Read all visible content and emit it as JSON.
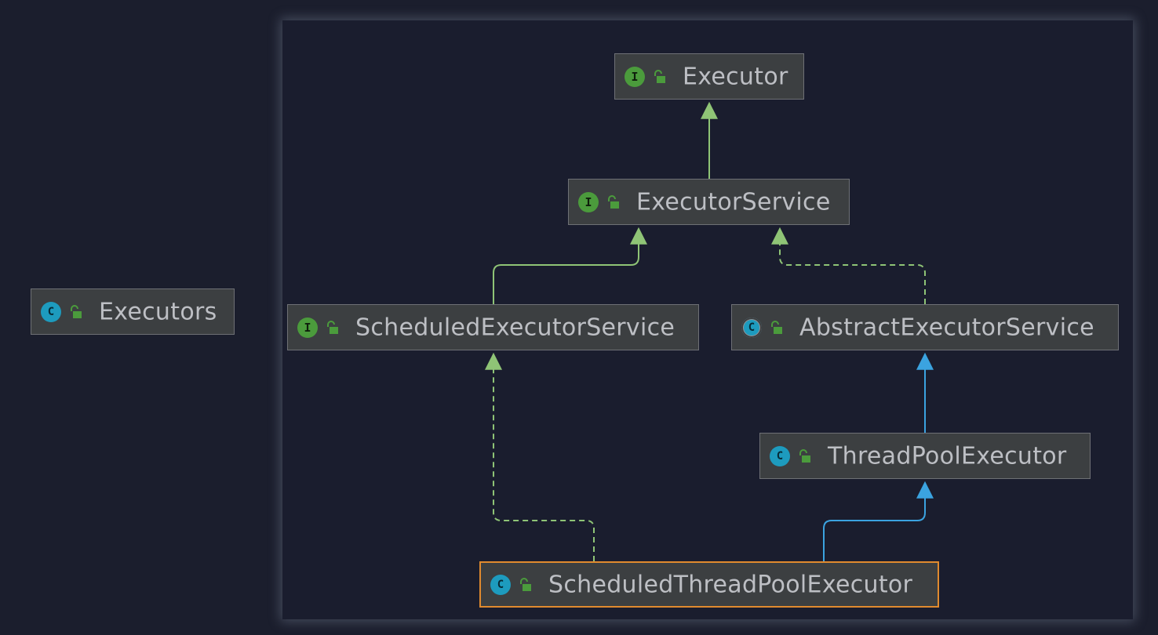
{
  "diagram": {
    "nodes": [
      {
        "id": "executors",
        "name": "Executors",
        "kind": "class"
      },
      {
        "id": "executor",
        "name": "Executor",
        "kind": "interface"
      },
      {
        "id": "executor_service",
        "name": "ExecutorService",
        "kind": "interface"
      },
      {
        "id": "scheduled_executor_service",
        "name": "ScheduledExecutorService",
        "kind": "interface"
      },
      {
        "id": "abstract_executor_service",
        "name": "AbstractExecutorService",
        "kind": "abstract-class"
      },
      {
        "id": "thread_pool_executor",
        "name": "ThreadPoolExecutor",
        "kind": "class"
      },
      {
        "id": "scheduled_thread_pool_executor",
        "name": "ScheduledThreadPoolExecutor",
        "kind": "class",
        "selected": true
      }
    ],
    "edges": [
      {
        "from": "executor_service",
        "to": "executor",
        "relation": "extends-interface",
        "style": "solid",
        "color": "#8fc476"
      },
      {
        "from": "scheduled_executor_service",
        "to": "executor_service",
        "relation": "extends-interface",
        "style": "solid",
        "color": "#8fc476"
      },
      {
        "from": "abstract_executor_service",
        "to": "executor_service",
        "relation": "implements",
        "style": "dashed",
        "color": "#8fc476"
      },
      {
        "from": "thread_pool_executor",
        "to": "abstract_executor_service",
        "relation": "extends",
        "style": "solid",
        "color": "#3ba3e0"
      },
      {
        "from": "scheduled_thread_pool_executor",
        "to": "thread_pool_executor",
        "relation": "extends",
        "style": "solid",
        "color": "#3ba3e0"
      },
      {
        "from": "scheduled_thread_pool_executor",
        "to": "scheduled_executor_service",
        "relation": "implements",
        "style": "dashed",
        "color": "#8fc476"
      }
    ],
    "icons": {
      "interface": {
        "letter": "I",
        "color": "#4b9b3c",
        "icon": "interface-icon"
      },
      "class": {
        "letter": "C",
        "color": "#1d9bbe",
        "icon": "class-icon"
      },
      "abstract-class": {
        "letter": "C",
        "color": "#1d9bbe",
        "icon": "abstract-class-icon"
      },
      "visibility": {
        "icon": "public-lock-icon",
        "color": "#4b9b3c"
      }
    },
    "colors": {
      "background": "#1b1e2d",
      "node_fill": "#3c3f41",
      "node_border": "#6e7075",
      "selected_border": "#e08a2e",
      "text": "#bdbfc4"
    }
  }
}
